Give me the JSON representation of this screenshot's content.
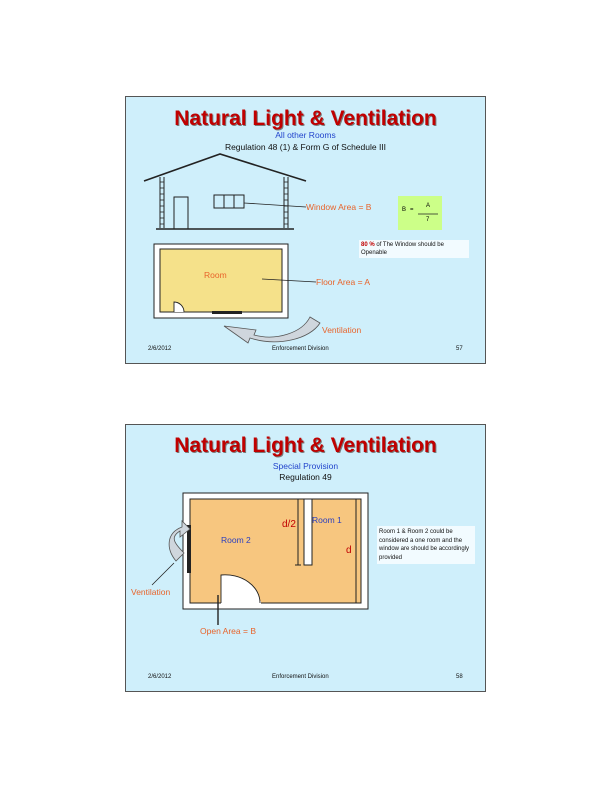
{
  "slides": [
    {
      "title": "Natural Light & Ventilation",
      "subtitle1": "All other Rooms",
      "subtitle2": "Regulation 48 (1) & Form G of Schedule III",
      "window_area_label": "Window Area = B",
      "formula": {
        "lhs": "B",
        "eq": "=",
        "numerator": "A",
        "denominator": "7"
      },
      "note_percent": "80 %",
      "note_text": "of The Window should be Openable",
      "room_label": "Room",
      "floor_area_label": "Floor Area = A",
      "ventilation_label": "Ventilation",
      "footer": {
        "date": "2/6/2012",
        "division": "Enforcement Division",
        "page": "57"
      }
    },
    {
      "title": "Natural Light & Ventilation",
      "subtitle1": "Special Provision",
      "subtitle2": "Regulation 49",
      "room1_label": "Room 1",
      "room2_label": "Room 2",
      "d2_label": "d/2",
      "d_label": "d",
      "note_text": "Room 1 & Room 2 could be considered a one room and the window are should be accordingly provided",
      "ventilation_label": "Ventilation",
      "open_area_label": "Open Area = B",
      "footer": {
        "date": "2/6/2012",
        "division": "Enforcement Division",
        "page": "58"
      }
    }
  ],
  "colors": {
    "slide_bg": "#cfeffb",
    "title": "#c00000",
    "subtitle": "#2244cc",
    "label_orange": "#e8642b",
    "room_fill_1": "#f5e18a",
    "room_fill_2": "#f7c67f",
    "formula_box": "#ccff88"
  }
}
